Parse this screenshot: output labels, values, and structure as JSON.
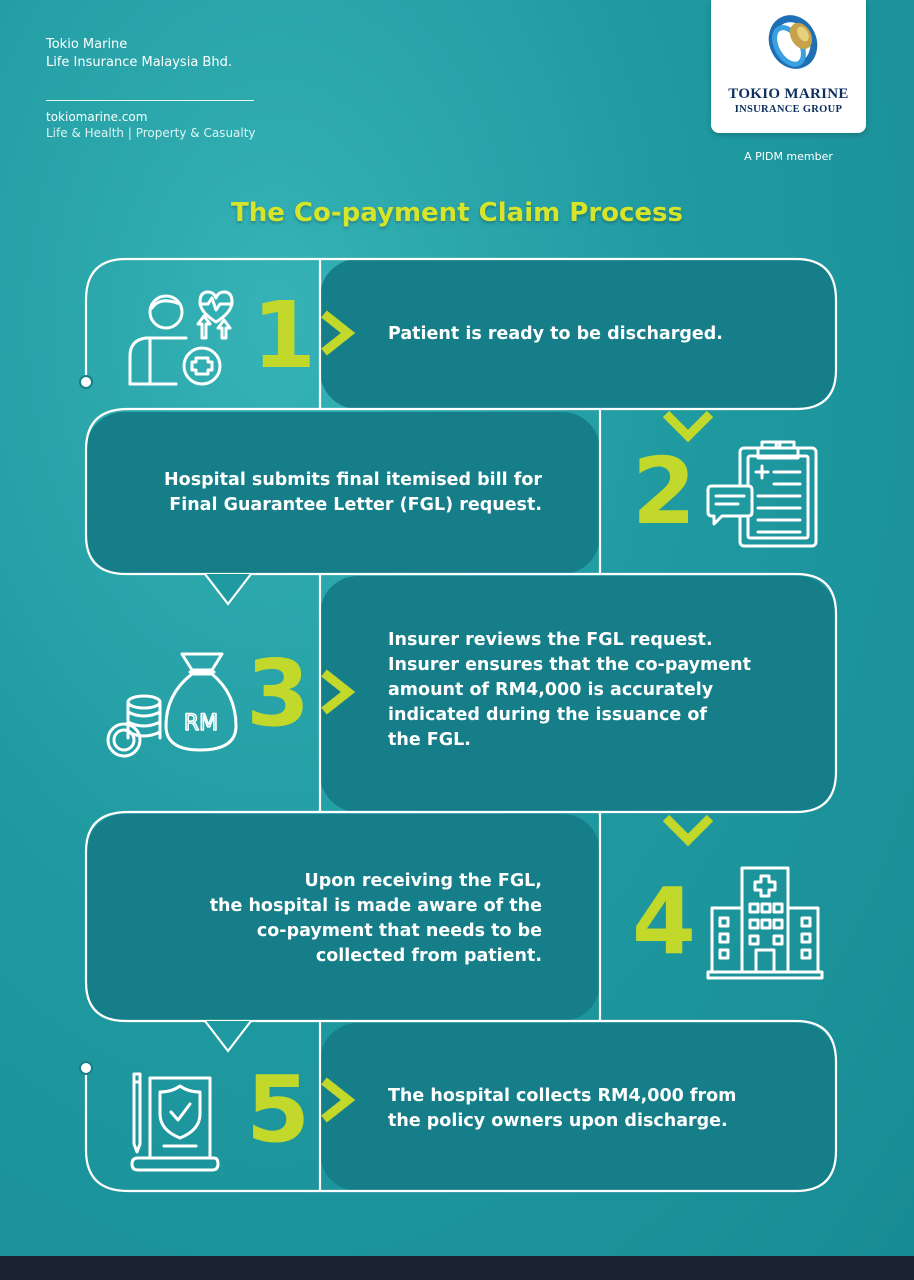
{
  "header": {
    "company_line1": "Tokio Marine",
    "company_line2": "Life Insurance Malaysia Bhd.",
    "website": "tokiomarine.com",
    "business_lines": "Life & Health | Property & Casualty"
  },
  "logo": {
    "name_line1": "TOKIO MARINE",
    "name_line2": "INSURANCE GROUP",
    "membership": "A PIDM member"
  },
  "title": "The Co-payment Claim Process",
  "steps": [
    {
      "number": "1",
      "icon": "patient-icon",
      "lines": [
        "Patient is ready to be discharged."
      ]
    },
    {
      "number": "2",
      "icon": "clipboard-icon",
      "lines": [
        "Hospital submits final itemised bill for",
        "Final Guarantee Letter (FGL) request."
      ]
    },
    {
      "number": "3",
      "icon": "money-bag-icon",
      "icon_label": "RM",
      "lines": [
        "Insurer reviews the FGL request.",
        "Insurer ensures that the co-payment",
        "amount of RM4,000 is accurately",
        "indicated during the issuance of",
        "the FGL."
      ]
    },
    {
      "number": "4",
      "icon": "hospital-icon",
      "lines": [
        "Upon receiving the FGL,",
        "the hospital is made aware of the",
        "co-payment that needs to be",
        "collected from patient."
      ]
    },
    {
      "number": "5",
      "icon": "shield-document-icon",
      "lines": [
        "The hospital collects RM4,000 from",
        "the policy owners upon discharge."
      ]
    }
  ],
  "colors": {
    "background": "#1f9aa1",
    "panel": "#147f89",
    "accent": "#c2d82a",
    "title": "#d6e52a",
    "outline": "#ffffff"
  }
}
